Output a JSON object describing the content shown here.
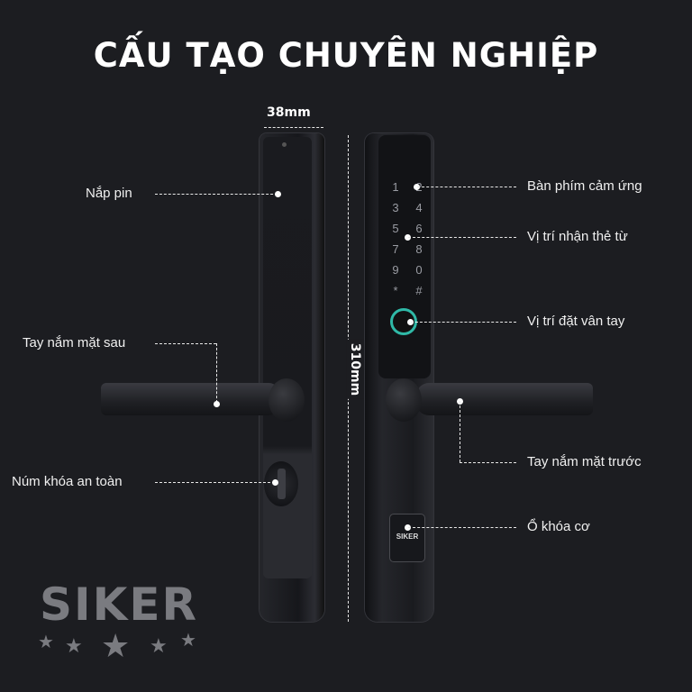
{
  "title": "CẤU TẠO CHUYÊN NGHIỆP",
  "dimensions": {
    "width": "38mm",
    "height": "310mm"
  },
  "labels": {
    "battery_cover": "Nắp pin",
    "rear_handle": "Tay nắm mặt sau",
    "safety_knob": "Núm khóa an toàn",
    "touch_keypad": "Bàn phím cảm ứng",
    "card_reader": "Vị trí nhận thẻ từ",
    "fingerprint": "Vị trí đặt vân tay",
    "front_handle": "Tay nắm mặt trước",
    "key_cylinder": "Ổ khóa cơ"
  },
  "keypad": [
    "1",
    "2",
    "3",
    "4",
    "5",
    "6",
    "7",
    "8",
    "9",
    "0",
    "*",
    "#"
  ],
  "cylinder_brand": "SIKER",
  "logo": {
    "text": "SIKER",
    "stars": 5
  },
  "colors": {
    "background": "#1c1d21",
    "fingerprint_ring": "#2fb9a7",
    "logo": "#7a7b80"
  }
}
